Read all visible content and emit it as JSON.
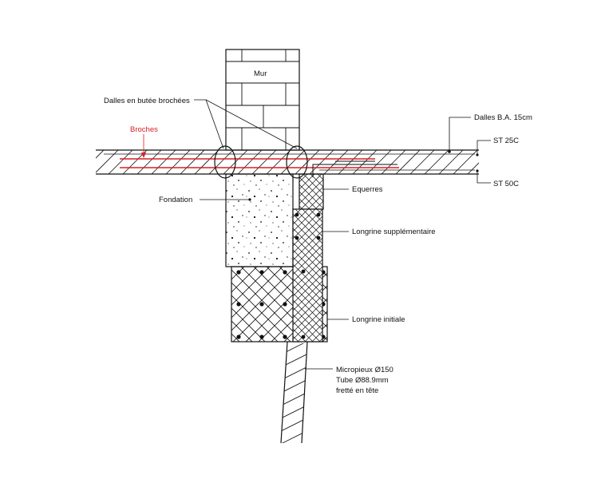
{
  "colors": {
    "line": "#111111",
    "broches": "#d81f26",
    "background": "#ffffff"
  },
  "labels": {
    "mur": "Mur",
    "dalles_butee": "Dalles en butée brochées",
    "broches": "Broches",
    "dalles_ba": "Dalles B.A. 15cm",
    "st25c": "ST 25C",
    "st50c": "ST 50C",
    "fondation": "Fondation",
    "equerres": "Equerres",
    "longrine_supp": "Longrine supplémentaire",
    "longrine_init": "Longrine initiale",
    "micropieux_line1": "Micropieux Ø150",
    "micropieux_line2": "Tube Ø88.9mm",
    "micropieux_line3": "fretté en tête"
  }
}
